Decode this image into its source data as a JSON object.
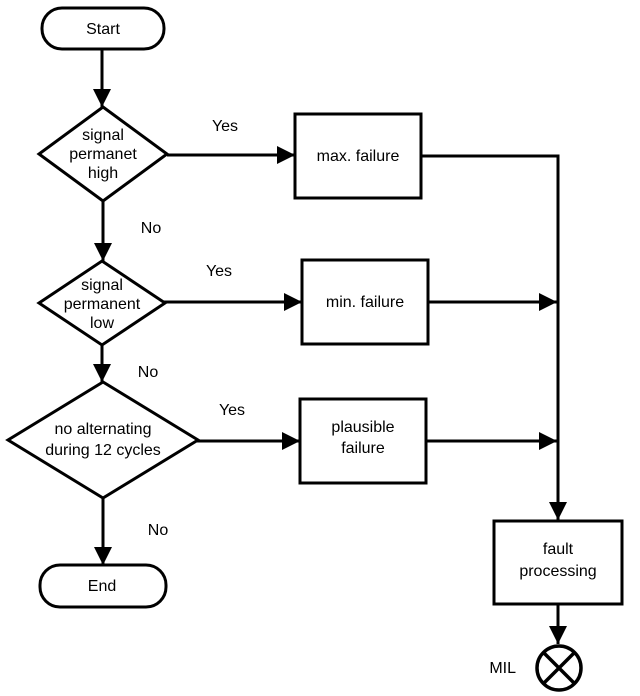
{
  "diagram": {
    "type": "flowchart",
    "colors": {
      "background": "#ffffff",
      "stroke": "#000000",
      "text": "#000000"
    },
    "nodes": {
      "start": {
        "shape": "terminator",
        "label": "Start"
      },
      "decision_signal_high": {
        "shape": "decision",
        "line1": "signal",
        "line2": "permanet",
        "line3": "high"
      },
      "max_failure": {
        "shape": "process",
        "label": "max. failure"
      },
      "decision_signal_low": {
        "shape": "decision",
        "line1": "signal",
        "line2": "permanent",
        "line3": "low"
      },
      "min_failure": {
        "shape": "process",
        "label": "min. failure"
      },
      "decision_no_alternating": {
        "shape": "decision",
        "line1": "no alternating",
        "line2": "during 12 cycles"
      },
      "plausible_failure": {
        "shape": "process",
        "line1": "plausible",
        "line2": "failure"
      },
      "end": {
        "shape": "terminator",
        "label": "End"
      },
      "fault_processing": {
        "shape": "process",
        "line1": "fault",
        "line2": "processing"
      },
      "mil_indicator": {
        "shape": "crossed-circle",
        "label": "MIL"
      }
    },
    "edge_labels": {
      "high_yes": "Yes",
      "high_no": "No",
      "low_yes": "Yes",
      "low_no": "No",
      "alternating_yes": "Yes",
      "alternating_no": "No"
    }
  }
}
